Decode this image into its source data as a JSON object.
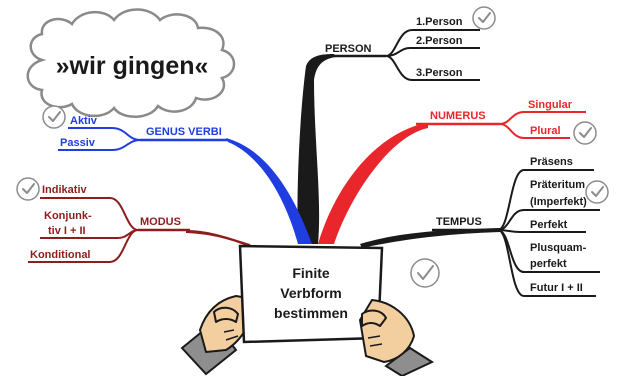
{
  "cloud_text": "»wir gingen«",
  "center": {
    "line1": "Finite",
    "line2": "Verbform",
    "line3": "bestimmen"
  },
  "person": {
    "label": "PERSON",
    "items": [
      "1.Person",
      "2.Person",
      "3.Person"
    ]
  },
  "numerus": {
    "label": "NUMERUS",
    "items": [
      "Singular",
      "Plural"
    ]
  },
  "genus": {
    "label": "GENUS VERBI",
    "items": [
      "Aktiv",
      "Passiv"
    ]
  },
  "modus": {
    "label": "MODUS",
    "items": [
      "Indikativ",
      "Konjunk-",
      "tiv I + II",
      "Konditional"
    ]
  },
  "tempus": {
    "label": "TEMPUS",
    "items": [
      "Präsens",
      "Präteritum",
      "(Imperfekt)",
      "Perfekt",
      "Plusquam-",
      "perfekt",
      "Futur I + II"
    ]
  },
  "colors": {
    "person": "#1a1a1a",
    "numerus": "#e8262b",
    "genus": "#1f3de0",
    "modus": "#8e1d1d",
    "tempus": "#1a1a1a"
  },
  "icons": {
    "check": "check-circle-icon",
    "cloud": "cloud-shape",
    "hands": "hands-holding-card"
  }
}
